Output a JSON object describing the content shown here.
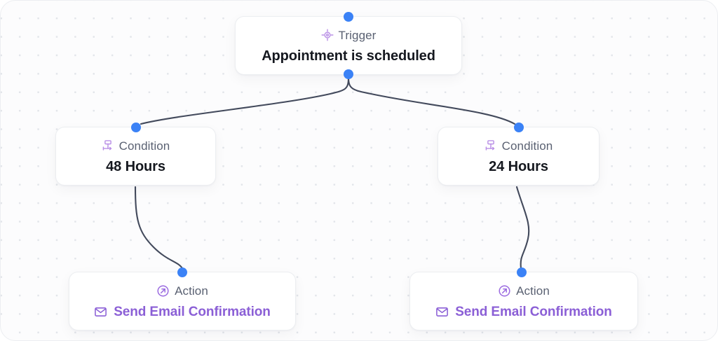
{
  "canvas": {
    "name": "workflow-canvas",
    "background_color": "#fcfcfd",
    "dot_color": "#e2e5ea",
    "border_color": "#eceef1"
  },
  "colors": {
    "accent_purple": "#8b5fd6",
    "port_blue": "#3b82f6",
    "edge_stroke": "#434a5c",
    "kind_text": "#5a6172",
    "title_text": "#15181f"
  },
  "nodes": [
    {
      "id": "trigger",
      "kind_label": "Trigger",
      "kind_icon": "crosshair-target-icon",
      "title": "Appointment is scheduled",
      "title_icon": null,
      "ports": [
        "top",
        "bottom"
      ]
    },
    {
      "id": "condition-left",
      "kind_label": "Condition",
      "kind_icon": "branch-condition-icon",
      "title": "48 Hours",
      "title_icon": null,
      "ports": [
        "top"
      ]
    },
    {
      "id": "condition-right",
      "kind_label": "Condition",
      "kind_icon": "branch-condition-icon",
      "title": "24 Hours",
      "title_icon": null,
      "ports": [
        "top"
      ]
    },
    {
      "id": "action-left",
      "kind_label": "Action",
      "kind_icon": "action-arrow-circle-icon",
      "title": "Send Email Confirmation",
      "title_icon": "envelope-icon",
      "ports": [
        "top"
      ]
    },
    {
      "id": "action-right",
      "kind_label": "Action",
      "kind_icon": "action-arrow-circle-icon",
      "title": "Send Email Confirmation",
      "title_icon": "envelope-icon",
      "ports": [
        "top"
      ]
    }
  ],
  "edges": [
    {
      "id": "trigger-to-condition-left",
      "from": "trigger",
      "to": "condition-left"
    },
    {
      "id": "trigger-to-condition-right",
      "from": "trigger",
      "to": "condition-right"
    },
    {
      "id": "condition-left-to-action",
      "from": "condition-left",
      "to": "action-left"
    },
    {
      "id": "condition-right-to-action",
      "from": "condition-right",
      "to": "action-right"
    }
  ]
}
